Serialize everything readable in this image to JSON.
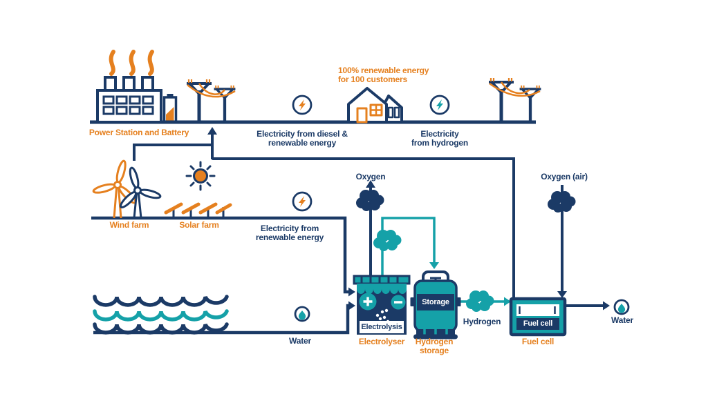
{
  "colors": {
    "navy": "#1b3a66",
    "orange": "#e5801f",
    "teal": "#15a1a8",
    "background": "#ffffff"
  },
  "labels": {
    "power_station": "Power Station and Battery",
    "customers_note": "100% renewable energy\nfor 100 customers",
    "electricity_diesel": "Electricity from diesel &\nrenewable energy",
    "electricity_hydrogen": "Electricity\nfrom hydrogen",
    "oxygen": "Oxygen",
    "oxygen_air": "Oxygen (air)",
    "wind_farm": "Wind farm",
    "solar_farm": "Solar farm",
    "electricity_renewable": "Electricity from\nrenewable energy",
    "water_in": "Water",
    "electrolysis": "Electrolysis",
    "electrolyser": "Electrolyser",
    "storage": "Storage",
    "hydrogen_storage": "Hydrogen\nstorage",
    "hydrogen": "Hydrogen",
    "fuel_cell_box": "Fuel cell",
    "fuel_cell": "Fuel cell",
    "water_out": "Water"
  },
  "icons": {
    "factory-icon": "factory with three chimneys and orange smoke",
    "battery-icon": "battery partially charged (orange fill)",
    "transmission-tower-icon": "power pylon with sagging orange wires",
    "house-icon": "house with orange door and window",
    "lightning-circle-icon": "circled lightning bolt",
    "wind-turbine-icon": "three-blade wind turbine",
    "sun-icon": "sun with rays",
    "solar-panel-icon": "row of tilted solar panels",
    "waves-icon": "three stacked water waves",
    "cloud-icon": "puffy gas cloud",
    "droplet-circle-icon": "circled water droplet",
    "electrolyser-icon": "electrolysis tank with + and - electrodes",
    "storage-tank-icon": "hydrogen storage cylinder labelled Storage",
    "fuel-cell-icon": "fuel cell unit"
  }
}
